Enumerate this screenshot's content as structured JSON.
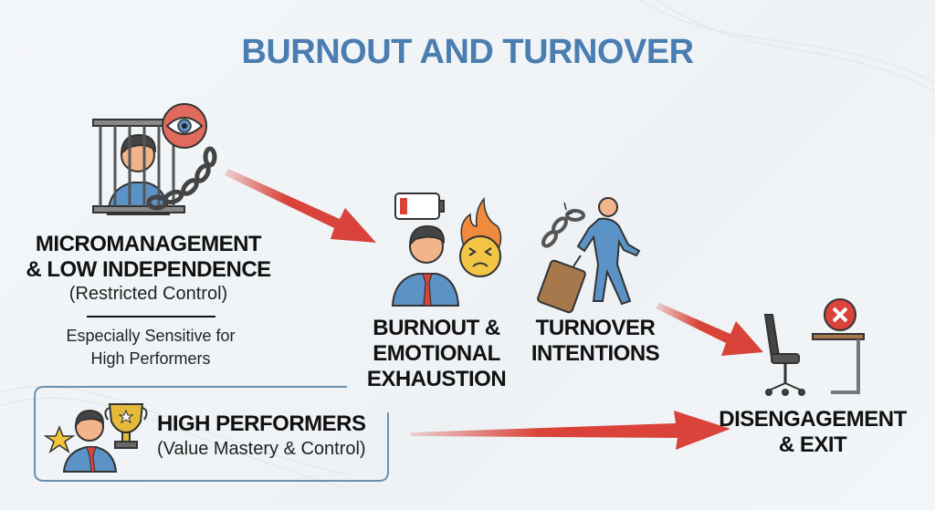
{
  "title": "BURNOUT AND TURNOVER",
  "micromanagement": {
    "heading_line1": "MICROMANAGEMENT",
    "heading_line2": "& LOW INDEPENDENCE",
    "subtitle": "(Restricted Control)",
    "note_line1": "Especially Sensitive for",
    "note_line2": "High Performers"
  },
  "high_performers": {
    "heading": "HIGH PERFORMERS",
    "subtitle": "(Value Mastery & Control)"
  },
  "burnout": {
    "line1": "BURNOUT &",
    "line2": "EMOTIONAL",
    "line3": "EXHAUSTION"
  },
  "turnover": {
    "line1": "TURNOVER",
    "line2": "INTENTIONS"
  },
  "exit": {
    "line1": "DISENGAGEMENT",
    "line2": "& EXIT"
  },
  "colors": {
    "title": "#4a7db0",
    "arrow": "#d9433a",
    "box_border": "#6f90ad",
    "shirt": "#5b93c7",
    "skin": "#f2b48a"
  }
}
